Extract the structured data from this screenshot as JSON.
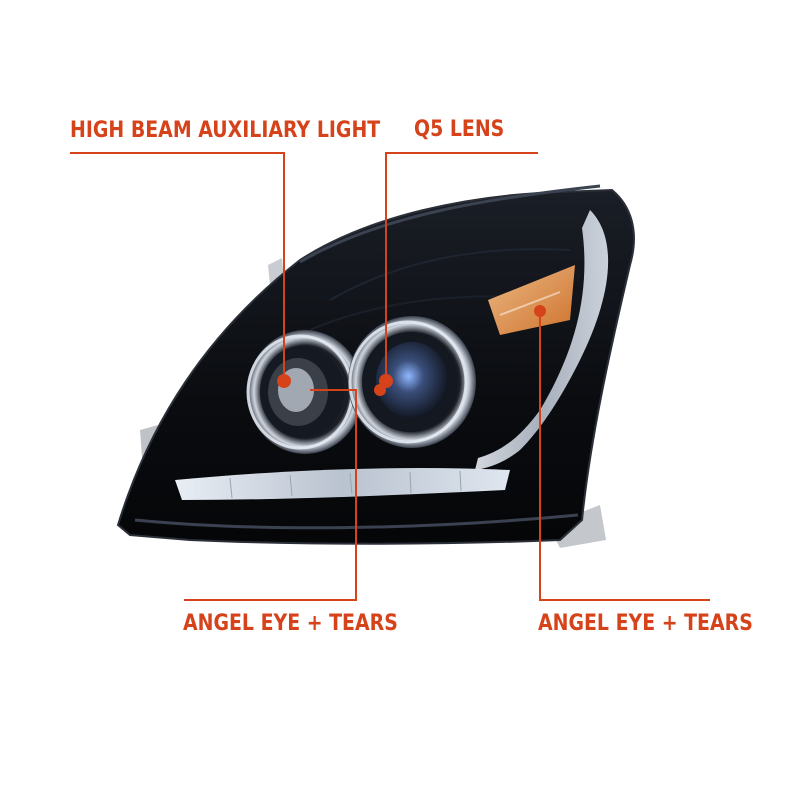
{
  "callouts": {
    "high_beam": "HIGH BEAM AUXILIARY LIGHT",
    "q5_lens": "Q5 LENS",
    "angel_eye_left": "ANGEL EYE + TEARS",
    "angel_eye_right": "ANGEL EYE + TEARS"
  },
  "colors": {
    "callout": "#d6431b",
    "housing": "#0b0d12",
    "chrome": "#c9ced6",
    "amber": "#e89a4a"
  }
}
